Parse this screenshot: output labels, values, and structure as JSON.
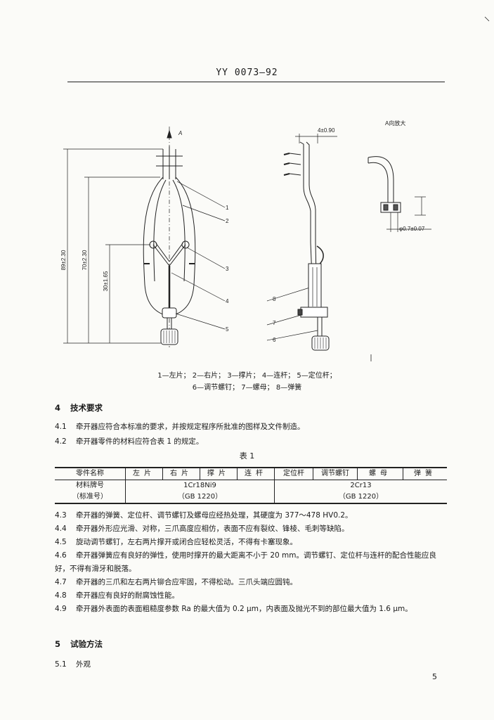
{
  "header": {
    "standard_no": "YY 0073—92"
  },
  "figure": {
    "dims": {
      "total_height": "89±2.30",
      "spring_height": "70±2.30",
      "lower_height": "30±1.65",
      "view_label": "A",
      "width_tol": "4±0.90",
      "detail_title": "A向放大",
      "hole_dia": "φ0.7±0.07"
    },
    "callouts": [
      "1",
      "2",
      "3",
      "4",
      "5",
      "8",
      "7",
      "6"
    ],
    "caption_line1": "1—左片；  2—右片；  3—撑片；  4—连杆；  5—定位杆；",
    "caption_line2": "6—调节螺钉；  7—螺母；  8—弹簧"
  },
  "sections": {
    "s4_num": "4",
    "s4_title": "技术要求",
    "s5_num": "5",
    "s5_title": "试验方法"
  },
  "paras": [
    {
      "num": "4.1",
      "text": "牵开器应符合本标准的要求，并按规定程序所批准的图样及文件制造。"
    },
    {
      "num": "4.2",
      "text": "牵开器零件的材料应符合表 1 的规定。"
    },
    {
      "num": "4.3",
      "text": "牵开器的弹簧、定位杆、调节螺钉及螺母应经热处理，其硬度为 377～478 HV0.2。"
    },
    {
      "num": "4.4",
      "text": "牵开器外形应光滑、对称，三爪高度应相仿，表面不应有裂纹、锋棱、毛刺等缺陷。"
    },
    {
      "num": "4.5",
      "text": "旋动调节螺钉，左右两片撑开或闭合应轻松灵活，不得有卡塞现象。"
    },
    {
      "num": "4.6",
      "text": "牵开器弹簧应有良好的弹性，使用时撑开的最大距离不小于 20 mm。调节螺钉、定位杆与连杆的配合性能应良好，不得有滑牙和脱落。"
    },
    {
      "num": "4.7",
      "text": "牵开器的三爪和左右两片铆合应牢固，不得松动。三爪头端应圆钝。"
    },
    {
      "num": "4.8",
      "text": "牵开器应有良好的耐腐蚀性能。"
    },
    {
      "num": "4.9",
      "text": "牵开器外表面的表面粗糙度参数 Ra 的最大值为 0.2 μm，内表面及抛光不到的部位最大值为 1.6 μm。"
    },
    {
      "num": "5.1",
      "text": "外观"
    }
  ],
  "table": {
    "title": "表 1",
    "headers": [
      "零件名称",
      "左片",
      "右片",
      "撑片",
      "连杆",
      "定位杆",
      "调节螺钉",
      "螺母",
      "弹簧"
    ],
    "row_label_1": "材料牌号",
    "row_label_2": "（标准号）",
    "group1_grade": "1Cr18Ni9",
    "group1_std": "（GB 1220）",
    "group2_grade": "2Cr13",
    "group2_std": "（GB 1220）"
  },
  "footer": {
    "page_number": "5"
  }
}
